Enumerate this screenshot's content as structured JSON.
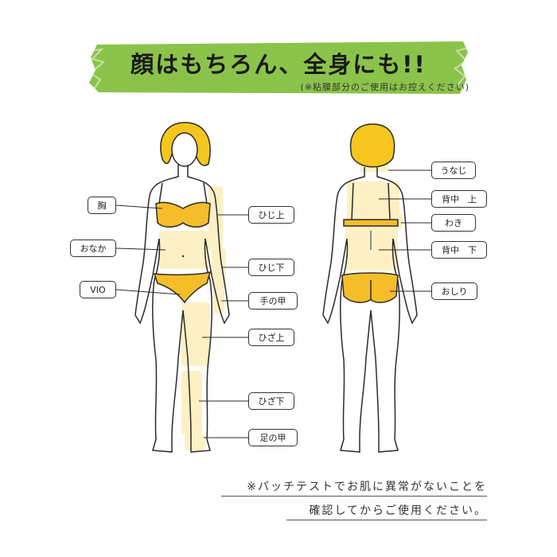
{
  "header": {
    "title": "顔はもちろん、全身にも!!",
    "subtitle": "(※粘膜部分のご使用はお控えください)",
    "banner_color": "#8bc34a"
  },
  "colors": {
    "hair": "#f5c61d",
    "bikini": "#f6bd2a",
    "highlight": "#fdf0c4",
    "outline": "#2a2a2a"
  },
  "front_labels": {
    "mune": "胸",
    "onaka": "おなか",
    "vio": "VIO",
    "hiji_ue": "ひじ上",
    "hiji_shita": "ひじ下",
    "te_no_ko": "手の甲",
    "hiza_ue": "ひざ上",
    "hiza_shita": "ひざ下",
    "ashi_no_ko": "足の甲"
  },
  "back_labels": {
    "unaji": "うなじ",
    "senaka_ue": "背中　上",
    "waki": "わき",
    "senaka_shita": "背中　下",
    "oshiri": "おしり"
  },
  "note": {
    "line1": "※パッチテストでお肌に異常がないことを",
    "line2": "確認してからご使用ください。"
  }
}
